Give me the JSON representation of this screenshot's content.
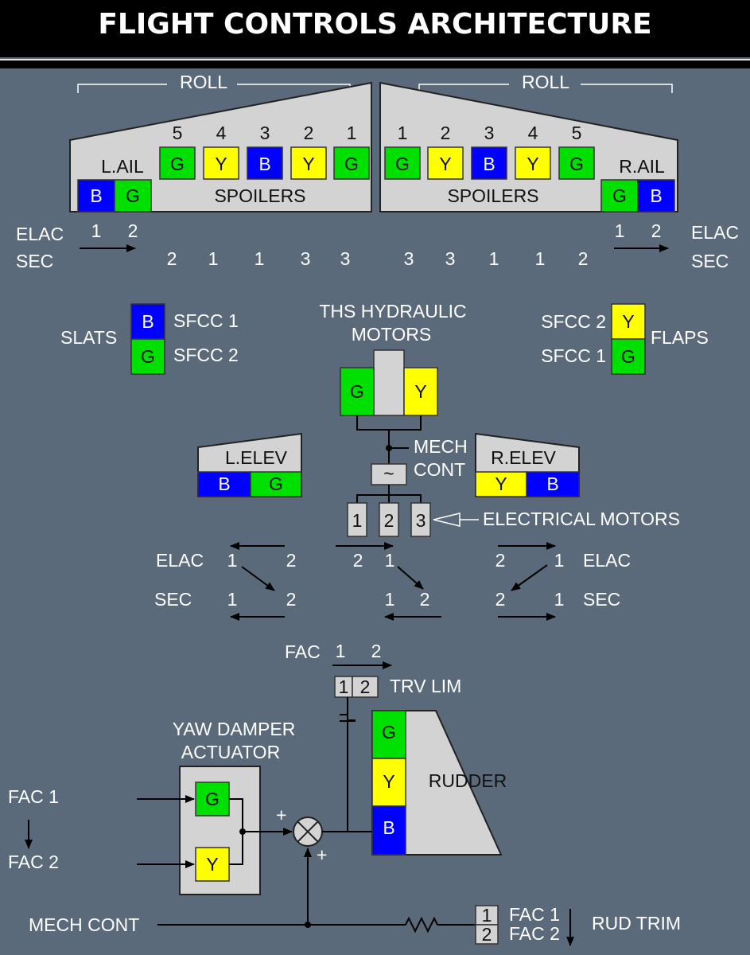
{
  "title": "FLIGHT CONTROLS ARCHITECTURE",
  "colors": {
    "G": "#00e000",
    "Y": "#ffff00",
    "B": "#0000ff",
    "panel": "#d3d3d3",
    "background": "#5b6a7a"
  },
  "roll": {
    "left": "ROLL",
    "right": "ROLL"
  },
  "wing_left": {
    "aileron_label": "L.AIL",
    "aileron_systems": [
      "B",
      "G"
    ],
    "spoiler_label": "SPOILERS",
    "spoiler_numbers": [
      "5",
      "4",
      "3",
      "2",
      "1"
    ],
    "spoiler_systems": [
      "G",
      "Y",
      "B",
      "Y",
      "G"
    ],
    "elac_label": "ELAC",
    "elac_numbers": [
      "1",
      "2"
    ],
    "sec_label": "SEC",
    "sec_numbers": [
      "2",
      "1",
      "1",
      "3",
      "3"
    ]
  },
  "wing_right": {
    "aileron_label": "R.AIL",
    "aileron_systems": [
      "G",
      "B"
    ],
    "spoiler_label": "SPOILERS",
    "spoiler_numbers": [
      "1",
      "2",
      "3",
      "4",
      "5"
    ],
    "spoiler_systems": [
      "G",
      "Y",
      "B",
      "Y",
      "G"
    ],
    "elac_label": "ELAC",
    "elac_numbers": [
      "1",
      "2"
    ],
    "sec_label": "SEC",
    "sec_numbers": [
      "3",
      "3",
      "1",
      "1",
      "2"
    ]
  },
  "slats": {
    "label": "SLATS",
    "systems": [
      "B",
      "G"
    ],
    "computers": [
      "SFCC 1",
      "SFCC 2"
    ]
  },
  "flaps": {
    "label": "FLAPS",
    "systems": [
      "Y",
      "G"
    ],
    "computers": [
      "SFCC 2",
      "SFCC 1"
    ]
  },
  "ths": {
    "title_line1": "THS HYDRAULIC",
    "title_line2": "MOTORS",
    "systems": [
      "G",
      "Y"
    ],
    "mech_line1": "MECH",
    "mech_line2": "CONT",
    "electrical_motors_label": "ELECTRICAL MOTORS",
    "motor_numbers": [
      "1",
      "2",
      "3"
    ],
    "tilde": "~"
  },
  "elevator_left": {
    "label": "L.ELEV",
    "systems": [
      "B",
      "G"
    ]
  },
  "elevator_right": {
    "label": "R.ELEV",
    "systems": [
      "Y",
      "B"
    ]
  },
  "pitch_control": {
    "elac_label": "ELAC",
    "sec_label": "SEC",
    "left": {
      "elac": [
        "1",
        "2"
      ],
      "sec": [
        "1",
        "2"
      ]
    },
    "center": {
      "top": [
        "2",
        "1"
      ],
      "bottom": [
        "1",
        "2"
      ]
    },
    "right": {
      "elac": [
        "2",
        "1"
      ],
      "sec": [
        "2",
        "1"
      ]
    }
  },
  "rudder": {
    "fac_label": "FAC",
    "fac_numbers": [
      "1",
      "2"
    ],
    "trv_numbers": [
      "1",
      "2"
    ],
    "trv_label": "TRV LIM",
    "label": "RUDDER",
    "systems": [
      "G",
      "Y",
      "B"
    ]
  },
  "yaw_damper": {
    "title_line1": "YAW DAMPER",
    "title_line2": "ACTUATOR",
    "systems": [
      "G",
      "Y"
    ],
    "fac1": "FAC 1",
    "fac2": "FAC 2",
    "plus_top": "+",
    "plus_bottom": "+"
  },
  "mech_cont": "MECH CONT",
  "rud_trim": {
    "numbers": [
      "1",
      "2"
    ],
    "fac1": "FAC 1",
    "fac2": "FAC 2",
    "label": "RUD TRIM"
  }
}
